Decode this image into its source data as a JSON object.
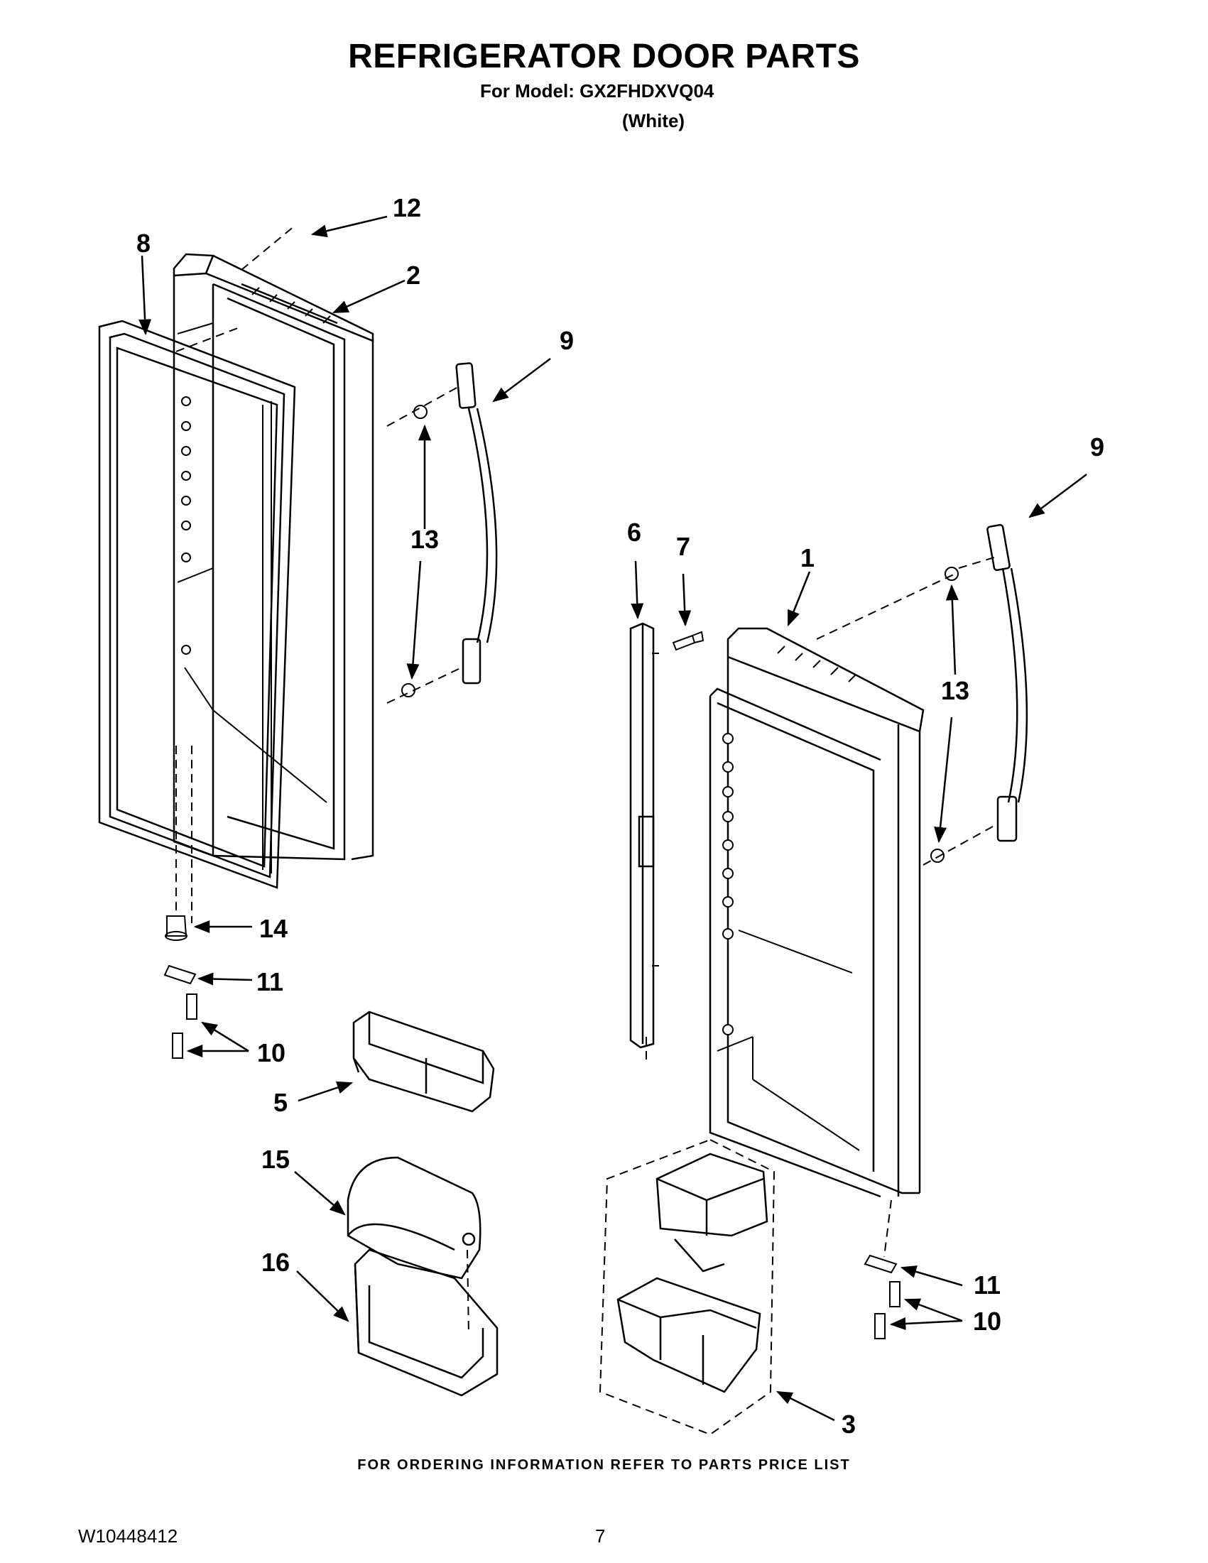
{
  "header": {
    "title": "REFRIGERATOR DOOR PARTS",
    "model_line": "For Model: GX2FHDXVQ04",
    "color_line": "(White)"
  },
  "callouts": [
    "1",
    "2",
    "3",
    "5",
    "6",
    "7",
    "8",
    "9",
    "9",
    "10",
    "10",
    "11",
    "11",
    "12",
    "13",
    "13",
    "14",
    "15",
    "16"
  ],
  "footer": {
    "ordering_note": "FOR ORDERING INFORMATION REFER TO PARTS PRICE LIST",
    "document_number": "W10448412",
    "page_number": "7"
  }
}
